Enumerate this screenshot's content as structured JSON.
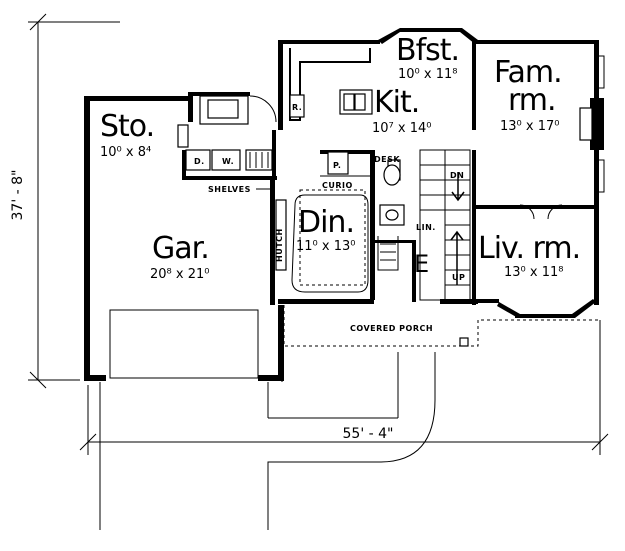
{
  "plan": {
    "overall_height": "37' - 8\"",
    "overall_width": "55' - 4\"",
    "rooms": {
      "storage": {
        "name": "Sto.",
        "size": "10⁰ x 8⁴"
      },
      "breakfast": {
        "name": "Bfst.",
        "size": "10⁰ x 11⁸"
      },
      "family": {
        "name_line1": "Fam.",
        "name_line2": "rm.",
        "size": "13⁰ x 17⁰"
      },
      "kitchen": {
        "name": "Kit.",
        "size": "10⁷ x 14⁰"
      },
      "dining": {
        "name": "Din.",
        "size": "11⁰ x 13⁰"
      },
      "garage": {
        "name": "Gar.",
        "size": "20⁸ x 21⁰"
      },
      "living": {
        "name": "Liv. rm.",
        "size": "13⁰ x 11⁸"
      }
    },
    "labels": {
      "dishwasher": "D.",
      "washer": "W.",
      "range": "R.",
      "pantry": "P.",
      "desk": "DESK",
      "curio": "CURIO",
      "shelves": "SHELVES",
      "hutch": "HUTCH",
      "linen": "LIN.",
      "down": "DN",
      "up": "UP",
      "entry": "E",
      "porch": "COVERED   PORCH"
    }
  }
}
